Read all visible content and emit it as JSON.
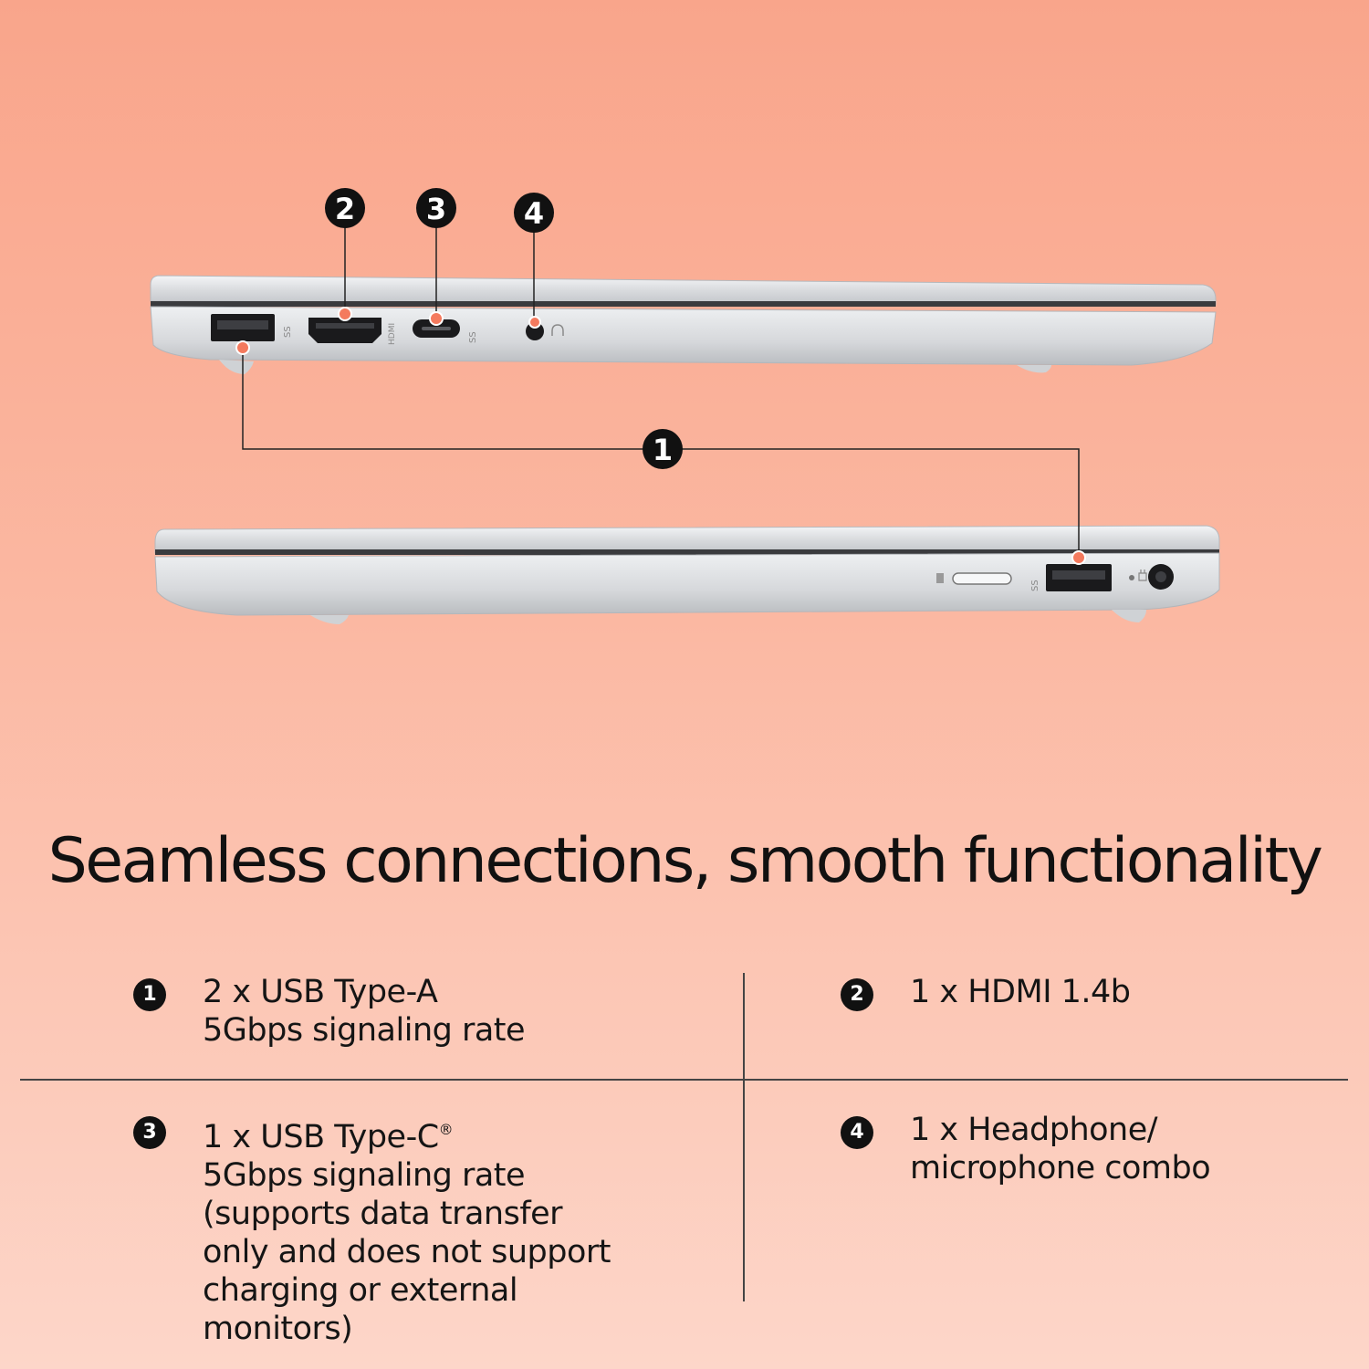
{
  "callouts": {
    "c1": "1",
    "c2": "2",
    "c3": "3",
    "c4": "4"
  },
  "port_glyphs": {
    "ss_usb": "SS",
    "hdmi": "HDMI"
  },
  "headline": "Seamless connections, smooth functionality",
  "features": [
    {
      "number": "1",
      "lines": [
        "2 x USB Type-A",
        "5Gbps signaling rate"
      ]
    },
    {
      "number": "2",
      "lines": [
        "1 x HDMI 1.4b"
      ]
    },
    {
      "number": "3",
      "lines": [
        "1 x USB Type-C",
        "5Gbps signaling rate",
        "(supports data transfer",
        "only and does not support",
        "charging or external",
        "monitors)"
      ],
      "registered_mark": "®"
    },
    {
      "number": "4",
      "lines": [
        "1 x Headphone/",
        "microphone combo"
      ]
    }
  ],
  "colors": {
    "background_top": "#f9a58b",
    "background_bottom": "#fdd6c9",
    "callout_dot": "#f47a5e",
    "text": "#111111"
  },
  "icons": [
    "usb-a-port-icon",
    "hdmi-port-icon",
    "usb-c-port-icon",
    "audio-jack-icon",
    "headphone-icon",
    "sd-card-slot-icon",
    "power-port-icon",
    "laptop-left-side",
    "laptop-right-side"
  ]
}
